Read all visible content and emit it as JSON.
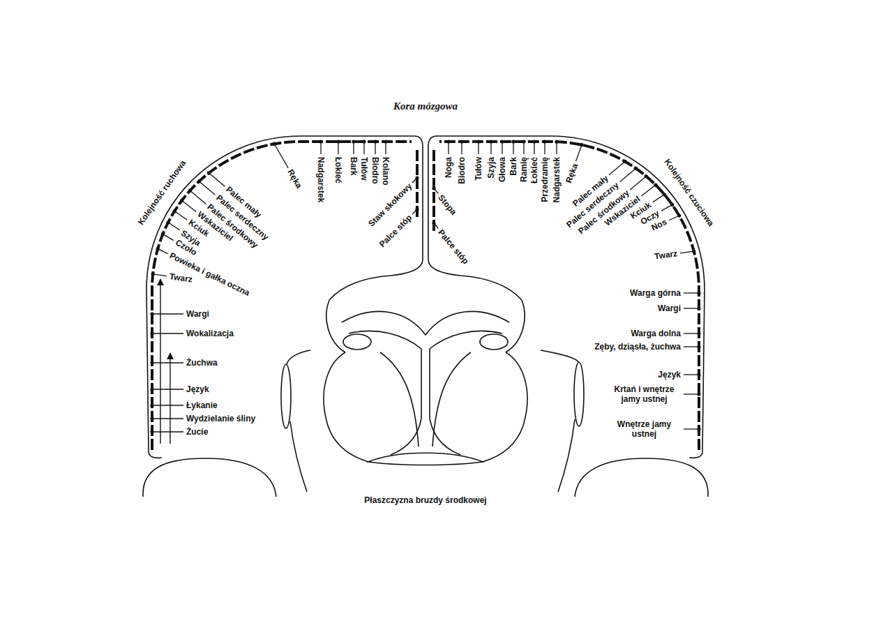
{
  "diagram": {
    "title": "Kora mózgowa",
    "caption": "Płaszczyzna bruzdy środkowej",
    "labels": [
      "Kolejność ruchowa",
      "Kolano",
      "Biodro",
      "Tułów",
      "Bark",
      "Łokieć",
      "Nadgarstek",
      "Ręka",
      "Palec mały",
      "Palec serdeczny",
      "Palec środkowy",
      "Wskaziciel",
      "Kciuk",
      "Szyja",
      "Czoło",
      "Powieka i gałka oczna",
      "Twarz",
      "Wargi",
      "Wokalizacja",
      "Żuchwa",
      "Język",
      "Łykanie",
      "Wydzielanie śliny",
      "Żucie",
      "Staw skokowy",
      "Palce stóp",
      "Kolejność czuciowa",
      "Noga",
      "Stopa",
      "Palce stóp",
      "Biodro",
      "Tułów",
      "Szyja",
      "Głowa",
      "Bark",
      "Ramię",
      "Łokieć",
      "Przedramię",
      "Nadgarstek",
      "Ręka",
      "Palec mały",
      "Palec serdeczny",
      "Palec środkowy",
      "Wskaziciel",
      "Kciuk",
      "Oczy",
      "Nos",
      "Twarz",
      "Warga górna",
      "Wargi",
      "Warga dolna",
      "Zęby, dziąsła, żuchwa",
      "Język",
      "Krtań i wnętrze jamy ustnej",
      "Wnętrze jamy ustnej"
    ]
  }
}
